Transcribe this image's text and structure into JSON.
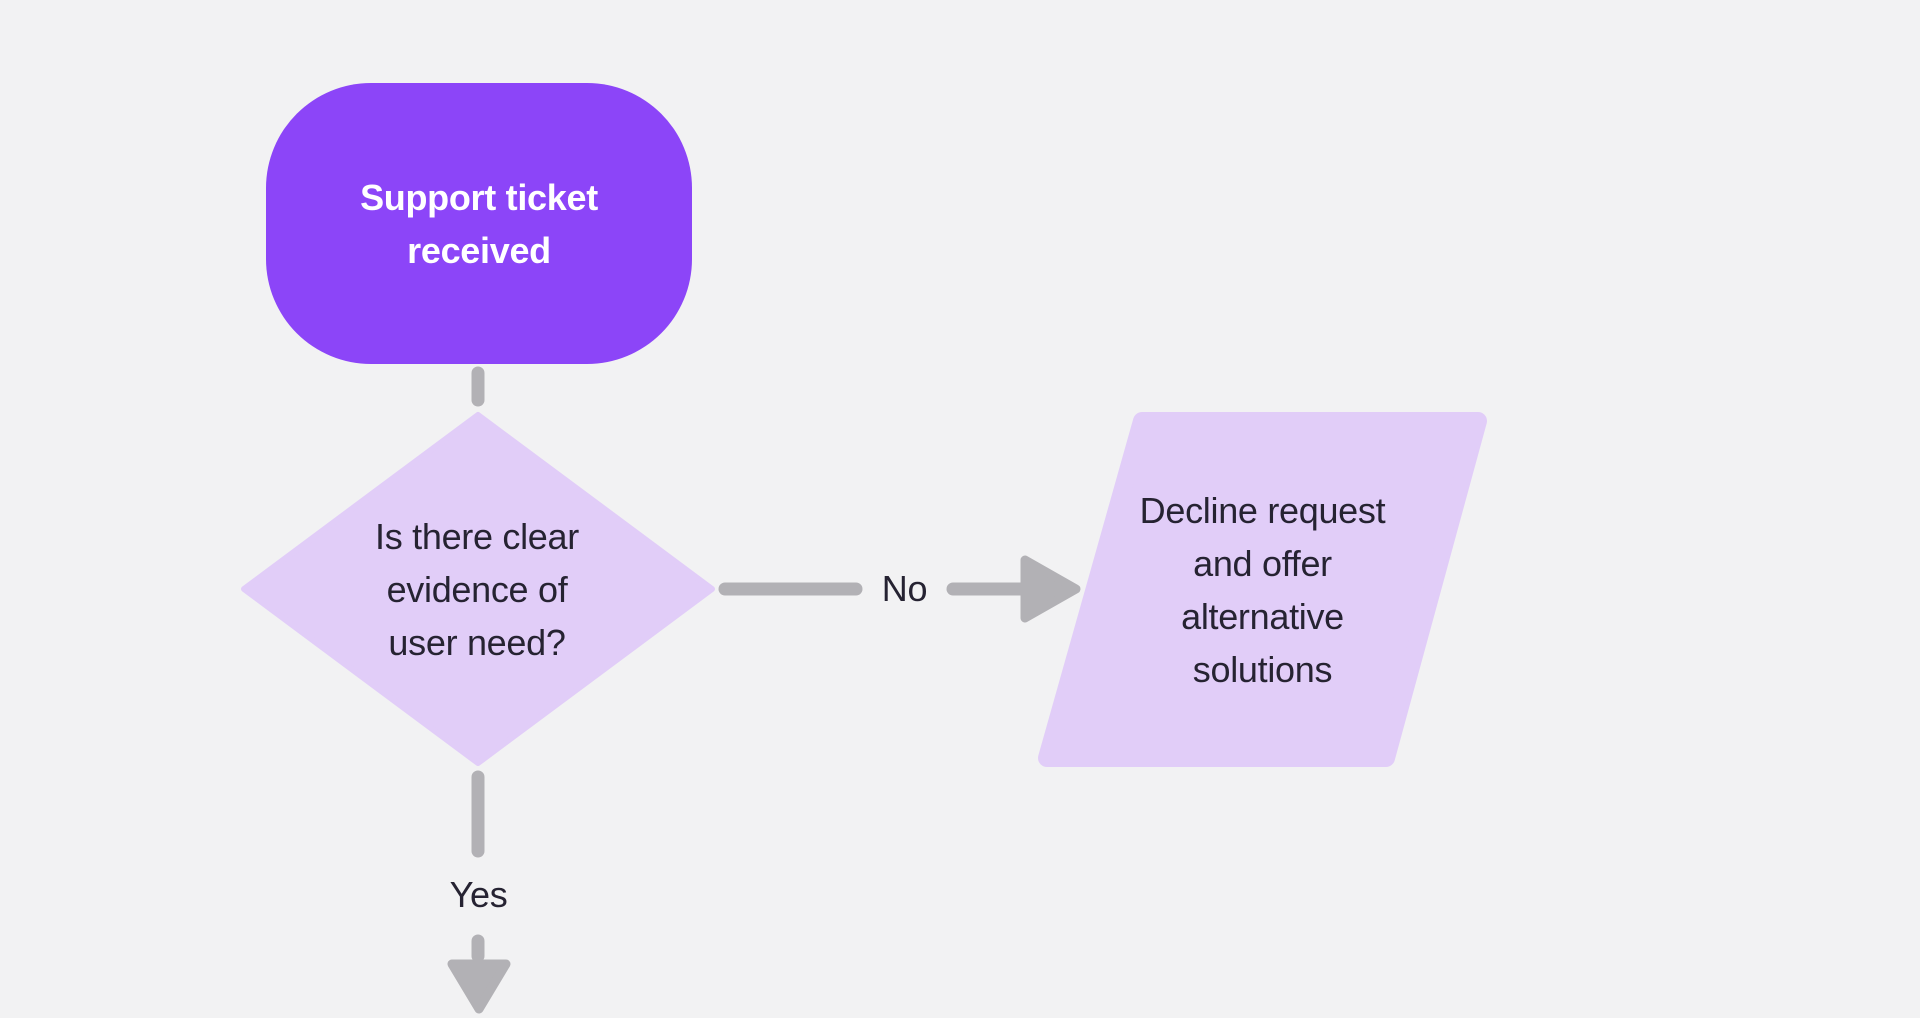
{
  "colors": {
    "background": "#F2F2F3",
    "shape_primary": "#8C45F8",
    "shape_secondary": "#E1CDF8",
    "connector_gray": "#B2B1B5",
    "text_dark": "#262332",
    "text_on_primary": "#FFFFFF"
  },
  "flowchart": {
    "nodes": {
      "start": {
        "type": "terminator",
        "label": "Support ticket received"
      },
      "decision": {
        "type": "decision",
        "label": "Is there clear evidence of user need?"
      },
      "decline": {
        "type": "input-output",
        "label": "Decline request and offer alternative solutions"
      }
    },
    "edges": {
      "no": {
        "label": "No"
      },
      "yes": {
        "label": "Yes"
      }
    }
  }
}
